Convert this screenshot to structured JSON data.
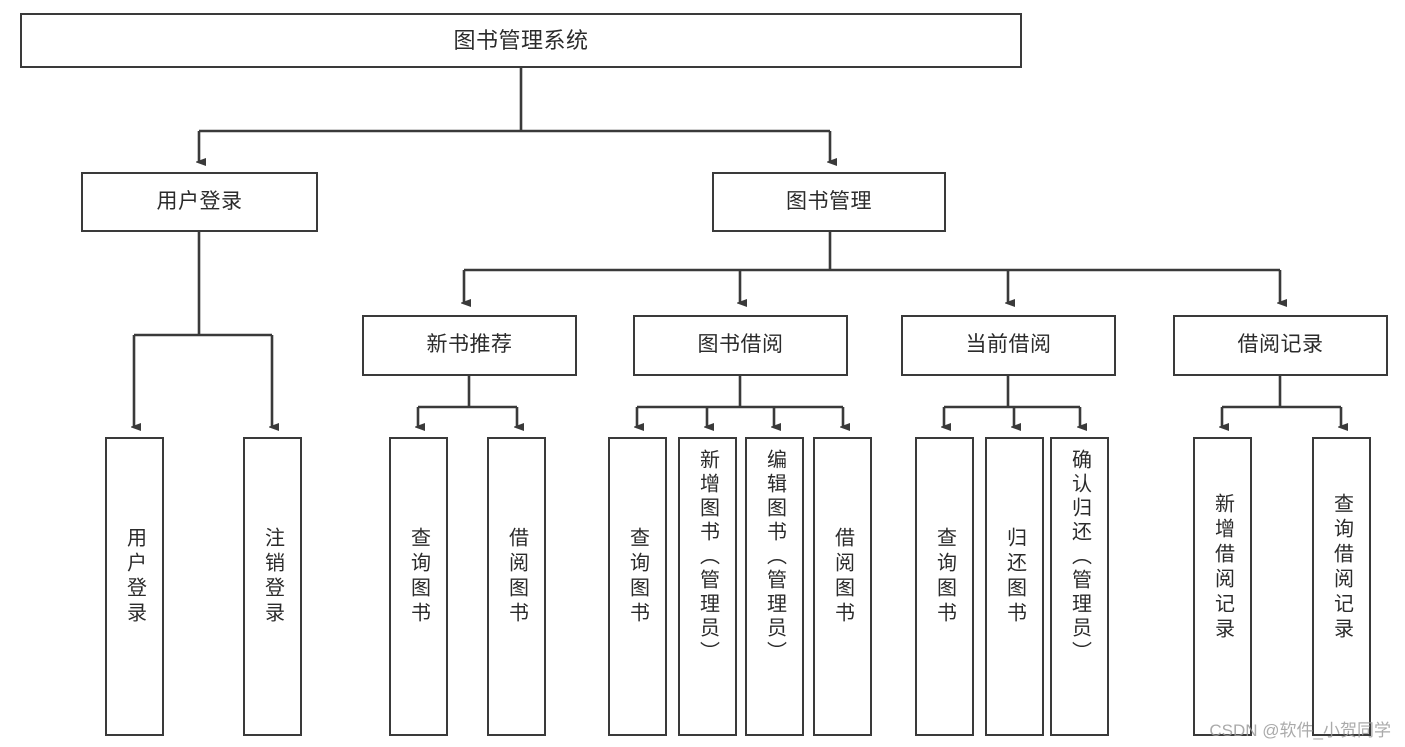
{
  "diagram": {
    "title": "图书管理系统",
    "type": "tree-hierarchy-chart",
    "line_color": "#3a3a3a",
    "box_fill": "#ffffff",
    "text_color": "#2b2b2b",
    "background": "#ffffff"
  },
  "root": {
    "label": "图书管理系统"
  },
  "level2": [
    {
      "label": "用户登录"
    },
    {
      "label": "图书管理"
    }
  ],
  "level3": [
    {
      "label": "新书推荐"
    },
    {
      "label": "图书借阅"
    },
    {
      "label": "当前借阅"
    },
    {
      "label": "借阅记录"
    }
  ],
  "leaves": {
    "user_login": [
      {
        "label": "用户登录"
      },
      {
        "label": "注销登录"
      }
    ],
    "new_book_recommend": [
      {
        "label": "查询图书"
      },
      {
        "label": "借阅图书"
      }
    ],
    "book_borrow": [
      {
        "label": "查询图书"
      },
      {
        "label": "新增图书（管理员）"
      },
      {
        "label": "编辑图书（管理员）"
      },
      {
        "label": "借阅图书"
      }
    ],
    "current_borrow": [
      {
        "label": "查询图书"
      },
      {
        "label": "归还图书"
      },
      {
        "label": "确认归还（管理员）"
      }
    ],
    "borrow_record": [
      {
        "label": "新增借阅记录"
      },
      {
        "label": "查询借阅记录"
      }
    ]
  },
  "watermark": {
    "text": "CSDN @软件_小贺同学"
  }
}
